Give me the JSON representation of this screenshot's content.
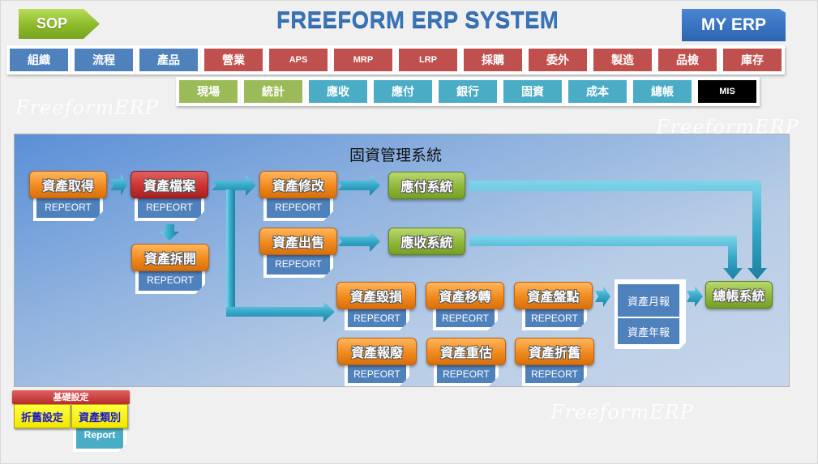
{
  "header": {
    "sop_label": "SOP",
    "title": "FREEFORM ERP SYSTEM",
    "myerp_label": "MY ERP"
  },
  "nav": {
    "row1": [
      {
        "label": "組織",
        "color": "blue"
      },
      {
        "label": "流程",
        "color": "blue"
      },
      {
        "label": "產品",
        "color": "blue"
      },
      {
        "label": "營業",
        "color": "red"
      },
      {
        "label": "APS",
        "color": "red"
      },
      {
        "label": "MRP",
        "color": "red"
      },
      {
        "label": "LRP",
        "color": "red"
      },
      {
        "label": "採購",
        "color": "red"
      },
      {
        "label": "委外",
        "color": "red"
      },
      {
        "label": "製造",
        "color": "red"
      },
      {
        "label": "品檢",
        "color": "red"
      },
      {
        "label": "庫存",
        "color": "red"
      }
    ],
    "row2": [
      {
        "label": "現場",
        "color": "green"
      },
      {
        "label": "統計",
        "color": "green"
      },
      {
        "label": "應收",
        "color": "teal"
      },
      {
        "label": "應付",
        "color": "teal"
      },
      {
        "label": "銀行",
        "color": "teal"
      },
      {
        "label": "固資",
        "color": "teal"
      },
      {
        "label": "成本",
        "color": "teal"
      },
      {
        "label": "總帳",
        "color": "teal"
      },
      {
        "label": "MIS",
        "color": "black"
      }
    ]
  },
  "watermark": "FreeformERP",
  "diagram": {
    "title": "固資管理系統",
    "report_label": "REPEORT",
    "nodes": {
      "acquire": "資產取得",
      "archive": "資產檔案",
      "split": "資產拆開",
      "modify": "資產修改",
      "sell": "資產出售",
      "ap_system": "應付系統",
      "ar_system": "應收系統",
      "damage": "資產毀損",
      "transfer": "資產移轉",
      "inventory": "資產盤點",
      "scrap": "資產報廢",
      "revalue": "資產重估",
      "depreciation": "資產折舊",
      "gl_system": "總帳系統"
    },
    "monthly_report": "資產月報",
    "yearly_report": "資產年報"
  },
  "base_settings": {
    "header": "基礎設定",
    "depreciation_settings": "折舊設定",
    "asset_category": "資產類別",
    "report_label": "Report"
  },
  "colors": {
    "blue": "#4f81bd",
    "red": "#c0504d",
    "green": "#9bbb59",
    "teal": "#4bacc6",
    "black": "#000000"
  }
}
